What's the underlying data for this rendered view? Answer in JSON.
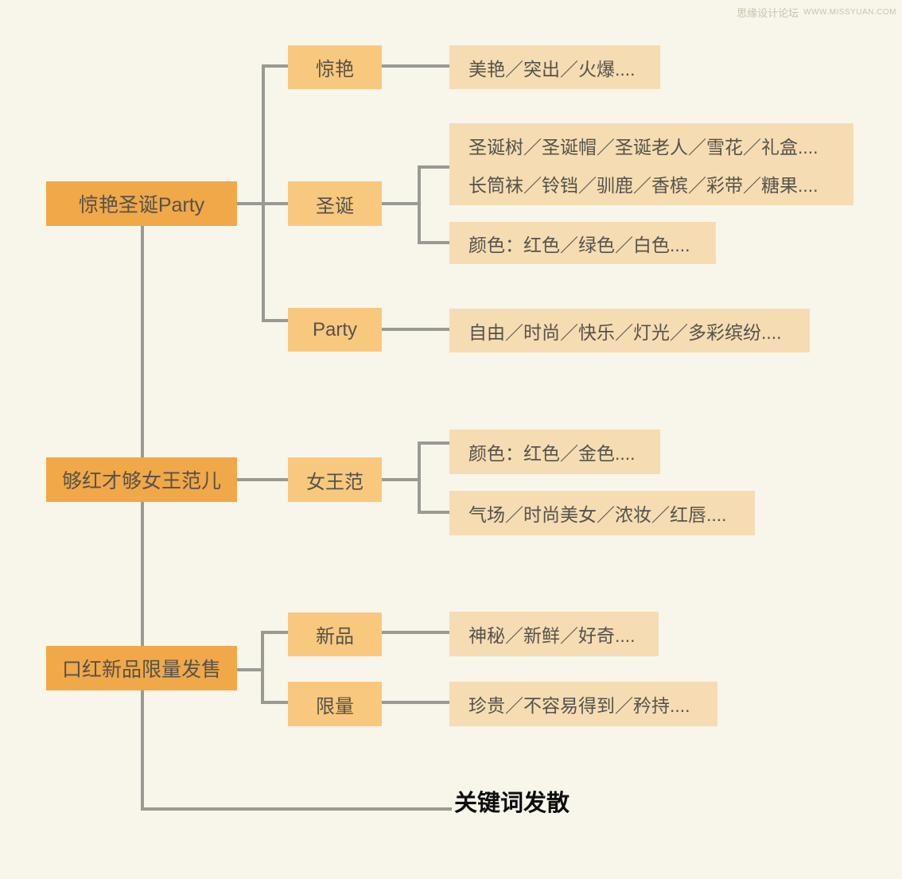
{
  "watermark": {
    "site_name": "思缘设计论坛",
    "url": "WWW.MISSYUAN.COM"
  },
  "mindmap": {
    "footer_label": "关键词发散",
    "groups": [
      {
        "root": {
          "label": "惊艳圣诞Party"
        },
        "children": [
          {
            "label": "惊艳",
            "leaves": [
              {
                "lines": [
                  "美艳／突出／火爆...."
                ]
              }
            ]
          },
          {
            "label": "圣诞",
            "leaves": [
              {
                "lines": [
                  "圣诞树／圣诞帽／圣诞老人／雪花／礼盒....",
                  "长筒袜／铃铛／驯鹿／香槟／彩带／糖果...."
                ]
              },
              {
                "lines": [
                  "颜色：红色／绿色／白色...."
                ]
              }
            ]
          },
          {
            "label": "Party",
            "leaves": [
              {
                "lines": [
                  "自由／时尚／快乐／灯光／多彩缤纷...."
                ]
              }
            ]
          }
        ]
      },
      {
        "root": {
          "label": "够红才够女王范儿"
        },
        "children": [
          {
            "label": "女王范",
            "leaves": [
              {
                "lines": [
                  "颜色：红色／金色...."
                ]
              },
              {
                "lines": [
                  "气场／时尚美女／浓妆／红唇...."
                ]
              }
            ]
          }
        ]
      },
      {
        "root": {
          "label": "口红新品限量发售"
        },
        "children": [
          {
            "label": "新品",
            "leaves": [
              {
                "lines": [
                  "神秘／新鲜／好奇...."
                ]
              }
            ]
          },
          {
            "label": "限量",
            "leaves": [
              {
                "lines": [
                  "珍贵／不容易得到／矜持...."
                ]
              }
            ]
          }
        ]
      }
    ]
  },
  "colors": {
    "background": "#F8F5EB",
    "root_fill": "#F0A848",
    "mid_fill": "#F8C87E",
    "leaf_fill": "#F5DCB2",
    "connector": "#9A9A94",
    "node_text": "#56524B",
    "footer_text": "#0D0D0D",
    "watermark_text": "#C9C3B1"
  }
}
